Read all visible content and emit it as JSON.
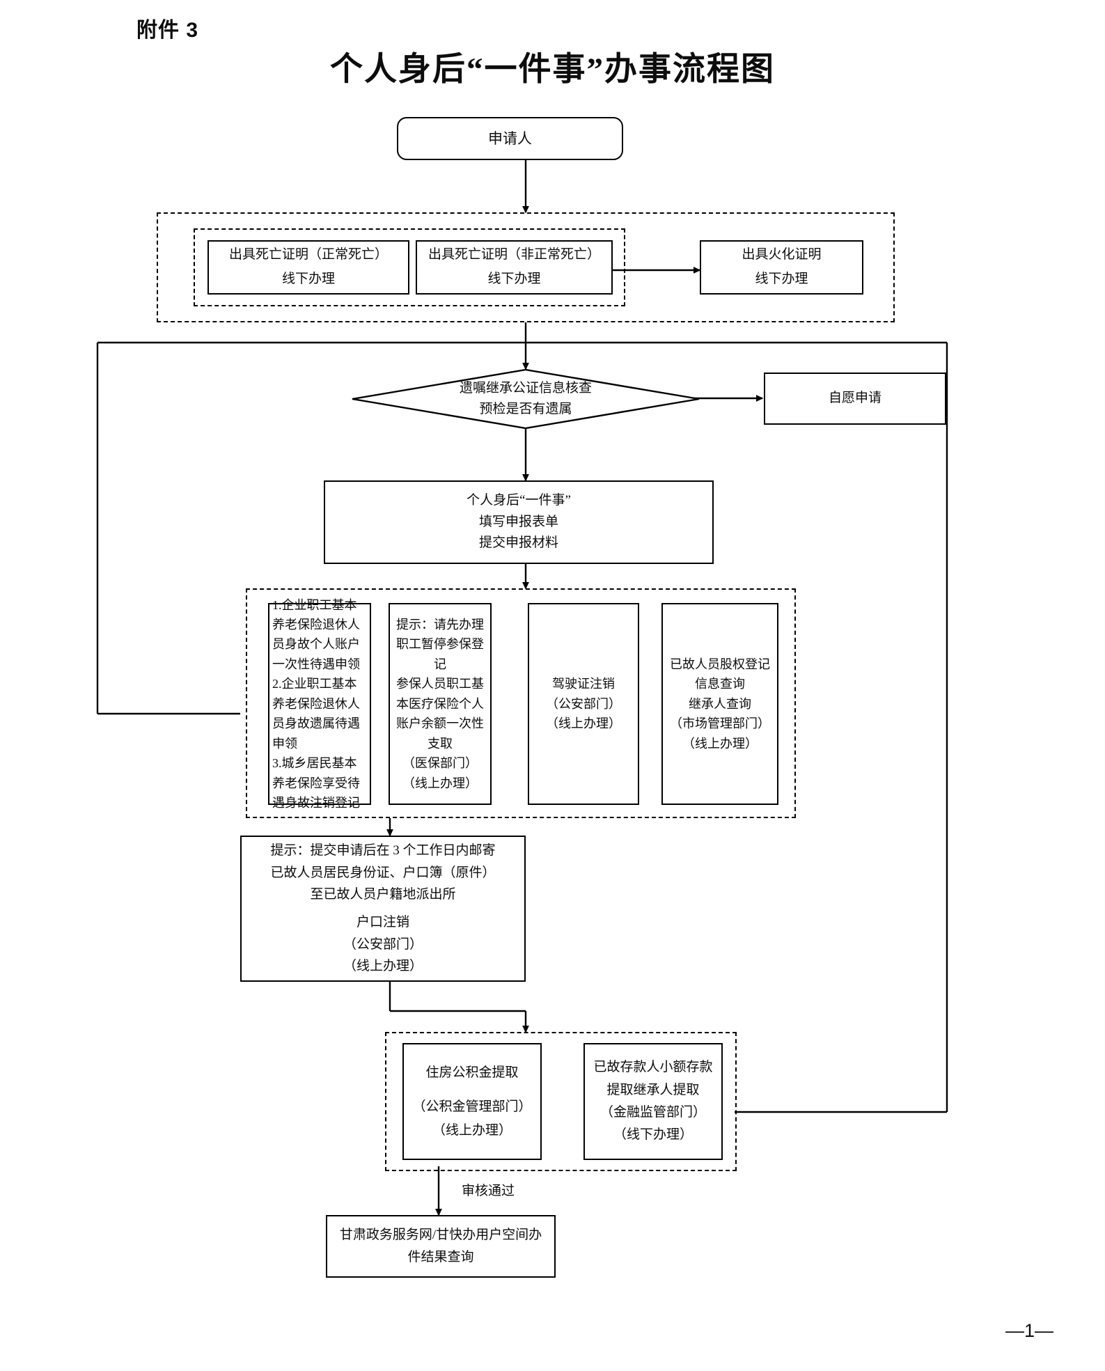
{
  "document": {
    "attachment_label": "附件 3",
    "title": "个人身后“一件事”办事流程图",
    "page_number": "—1—"
  },
  "flow": {
    "applicant": "申请人",
    "death_cert_normal": {
      "line1": "出具死亡证明（正常死亡）",
      "line2": "线下办理"
    },
    "death_cert_abnormal": {
      "line1": "出具死亡证明（非正常死亡）",
      "line2": "线下办理"
    },
    "cremation_cert": {
      "line1": "出具火化证明",
      "line2": "线下办理"
    },
    "decision": {
      "line1": "遗嘱继承公证信息核查",
      "line2": "预检是否有遗属"
    },
    "voluntary_application": "自愿申请",
    "submit_form": {
      "line1": "个人身后“一件事”",
      "line2": "填写申报表单",
      "line3": "提交申报材料"
    },
    "services": [
      {
        "name": "pension-items",
        "lines": [
          "1.企业职工基本养老保险退休人员身故个人账户一次性待遇申领",
          "2.企业职工基本养老保险退休人员身故遗属待遇申领",
          "3.城乡居民基本养老保险享受待遇身故注销登记"
        ]
      },
      {
        "name": "medical-insurance",
        "lines": [
          "提示：请先办理职工暂停参保登记",
          "参保人员职工基本医疗保险个人账户余额一次性支取",
          "（医保部门）",
          "（线上办理）"
        ]
      },
      {
        "name": "driver-license-cancel",
        "lines": [
          "驾驶证注销",
          "（公安部门）",
          "（线上办理）"
        ]
      },
      {
        "name": "equity-registration-query",
        "lines": [
          "已故人员股权登记信息查询",
          "继承人查询",
          "（市场管理部门）",
          "（线上办理）"
        ]
      }
    ],
    "household_cancel": {
      "tip_line1": "提示：提交申请后在 3 个工作日内邮寄",
      "tip_line2": "已故人员居民身份证、户口簿（原件）",
      "tip_line3": "至已故人员户籍地派出所",
      "title": "户口注销",
      "dept": "（公安部门）",
      "channel": "（线上办理）"
    },
    "housing_fund": {
      "line1": "住房公积金提取",
      "line2": "（公积金管理部门）",
      "line3": "（线上办理）"
    },
    "small_deposit": {
      "line1": "已故存款人小额存款",
      "line2": "提取继承人提取",
      "line3": "（金融监管部门）",
      "line4": "（线下办理）"
    },
    "approved_label": "审核通过",
    "result_query": {
      "line1": "甘肃政务服务网/甘快办用户空间办",
      "line2": "件结果查询"
    }
  },
  "style": {
    "stroke": "#000000",
    "background": "#ffffff",
    "text": "#0d0d0d"
  }
}
